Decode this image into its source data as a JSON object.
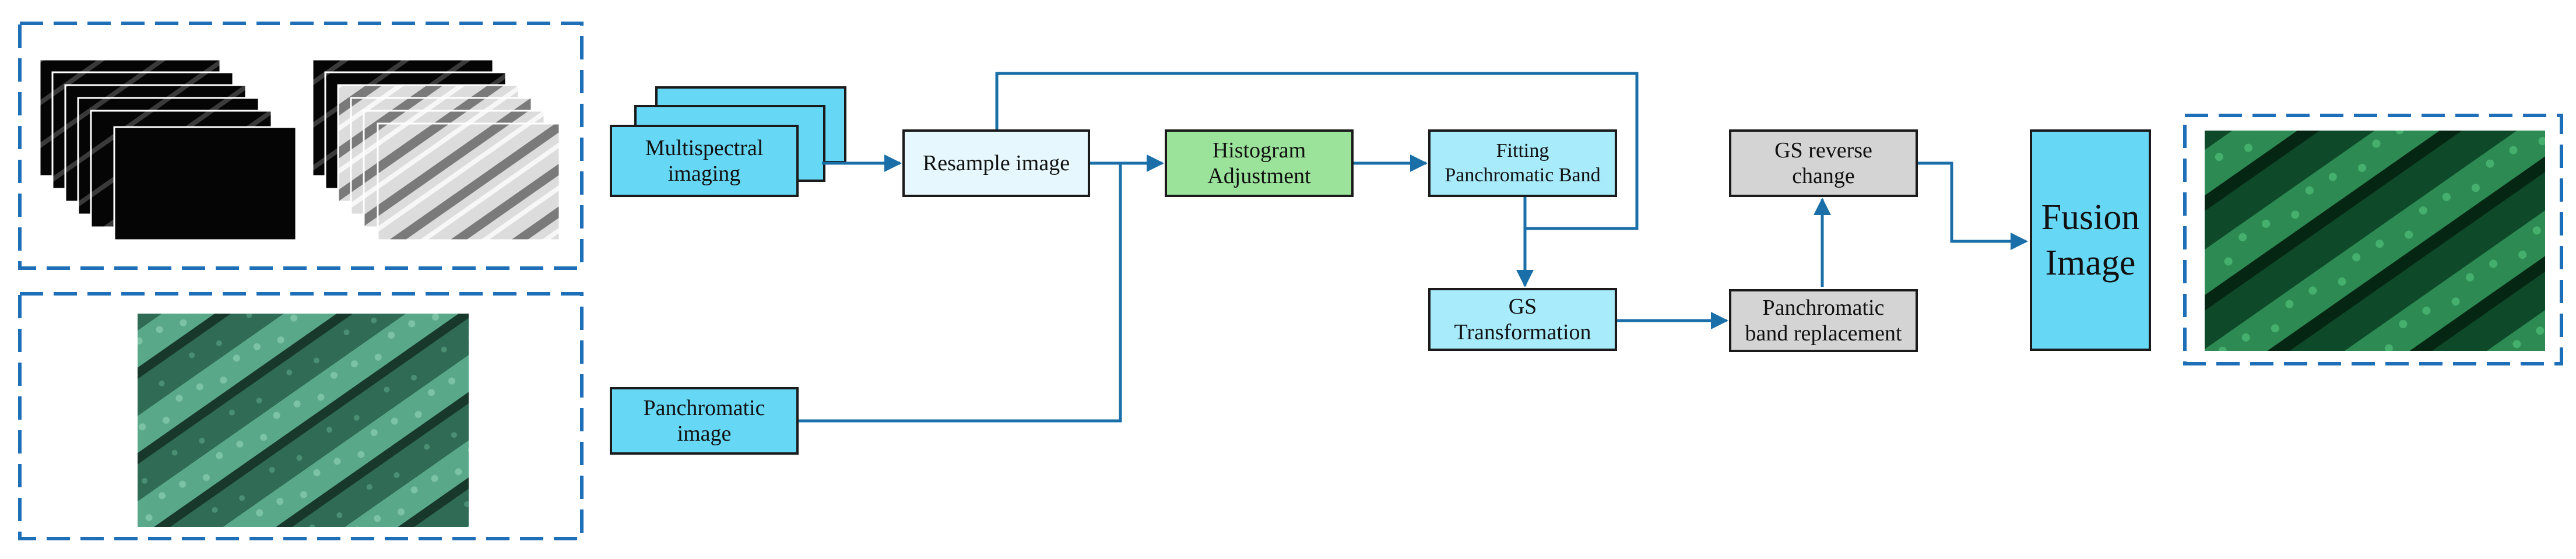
{
  "nodes": {
    "multispectral": {
      "line1": "Multispectral",
      "line2": "imaging"
    },
    "resample": {
      "label": "Resample image"
    },
    "histogram": {
      "line1": "Histogram",
      "line2": "Adjustment"
    },
    "fitting": {
      "line1": "Fitting",
      "line2": "Panchromatic Band"
    },
    "gs_reverse": {
      "line1": "GS reverse",
      "line2": "change"
    },
    "fusion": {
      "line1": "Fusion",
      "line2": "Image"
    },
    "gs_transform": {
      "line1": "GS",
      "line2": "Transformation"
    },
    "pan_replace": {
      "line1": "Panchromatic",
      "line2": "band replacement"
    },
    "panchromatic": {
      "line1": "Panchromatic",
      "line2": "image"
    }
  },
  "colors": {
    "arrow": "#1a6fa8",
    "dashed_frame": "#1f6fb8",
    "node_cyan": "#66d8f6",
    "node_light_cyan": "#a8ebfb",
    "node_green": "#9be39b",
    "node_gray": "#d4d4d4",
    "crop_green": "#2e7d5b"
  },
  "images": {
    "multispectral_bands": "stack-of-grayscale-band-images",
    "panchromatic": "green-crop-field-image",
    "fusion_result": "green-crop-field-image"
  }
}
